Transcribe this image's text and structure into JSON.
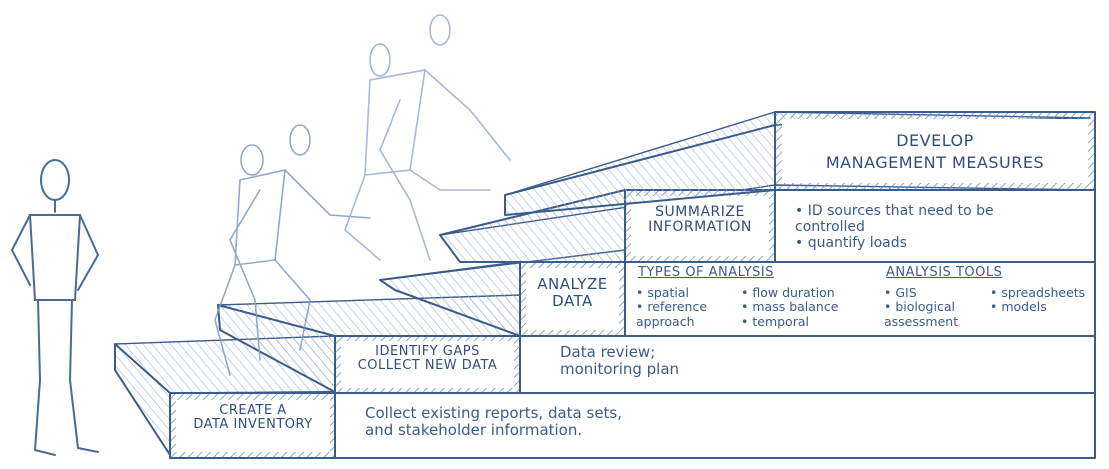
{
  "colors": {
    "ink": "#3a5c8c",
    "hatch": "#6f8fb8"
  },
  "steps": [
    {
      "label_lines": [
        "CREATE A",
        "DATA INVENTORY"
      ],
      "description_lines": [
        "Collect existing reports, data sets,",
        "and stakeholder information."
      ]
    },
    {
      "label_lines": [
        "IDENTIFY GAPS",
        "COLLECT NEW DATA"
      ],
      "description_lines": [
        "Data review;",
        "monitoring plan"
      ]
    },
    {
      "label_lines": [
        "ANALYZE",
        "DATA"
      ],
      "types_heading": "TYPES OF ANALYSIS",
      "types_col1": [
        "spatial",
        "reference approach"
      ],
      "types_col2": [
        "flow duration",
        "mass balance",
        "temporal"
      ],
      "tools_heading": "ANALYSIS TOOLS",
      "tools_col1": [
        "GIS",
        "biological assessment"
      ],
      "tools_col2": [
        "spreadsheets",
        "models"
      ]
    },
    {
      "label_lines": [
        "SUMMARIZE",
        "INFORMATION"
      ],
      "description_items": [
        "ID sources that need to be controlled",
        "quantify loads"
      ]
    },
    {
      "label_lines": [
        "DEVELOP",
        "MANAGEMENT MEASURES"
      ]
    }
  ]
}
